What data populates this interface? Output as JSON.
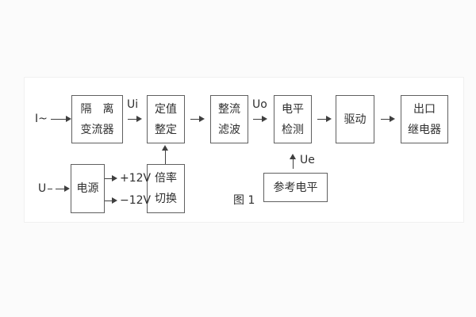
{
  "figure": {
    "caption": "图 1",
    "colors": {
      "page_background": "#fbfbfb",
      "panel_background": "#ffffff",
      "line": "#3f3f3f",
      "box_border": "#606060",
      "text": "#2f2f2f"
    }
  },
  "blocks": {
    "isolation_transformer": {
      "line1": "隔　离",
      "line2": "变流器"
    },
    "setpoint_adjustment": {
      "line1": "定值",
      "line2": "整定"
    },
    "rectifier_filter": {
      "line1": "整流",
      "line2": "滤波"
    },
    "level_detector": {
      "line1": "电平",
      "line2": "检测"
    },
    "driver": {
      "label": "驱动"
    },
    "output_relay": {
      "line1": "出口",
      "line2": "继电器"
    },
    "power_supply": {
      "label": "电源"
    },
    "ratio_switch": {
      "line1": "倍率",
      "line2": "切换"
    },
    "reference_level": {
      "label": "参考电平"
    }
  },
  "signals": {
    "input_current": "I~",
    "input_voltage": "U",
    "ui": "Ui",
    "uo": "Uo",
    "ue": "Ue",
    "plus_12v": "+12V",
    "minus_12v": "−12V"
  }
}
